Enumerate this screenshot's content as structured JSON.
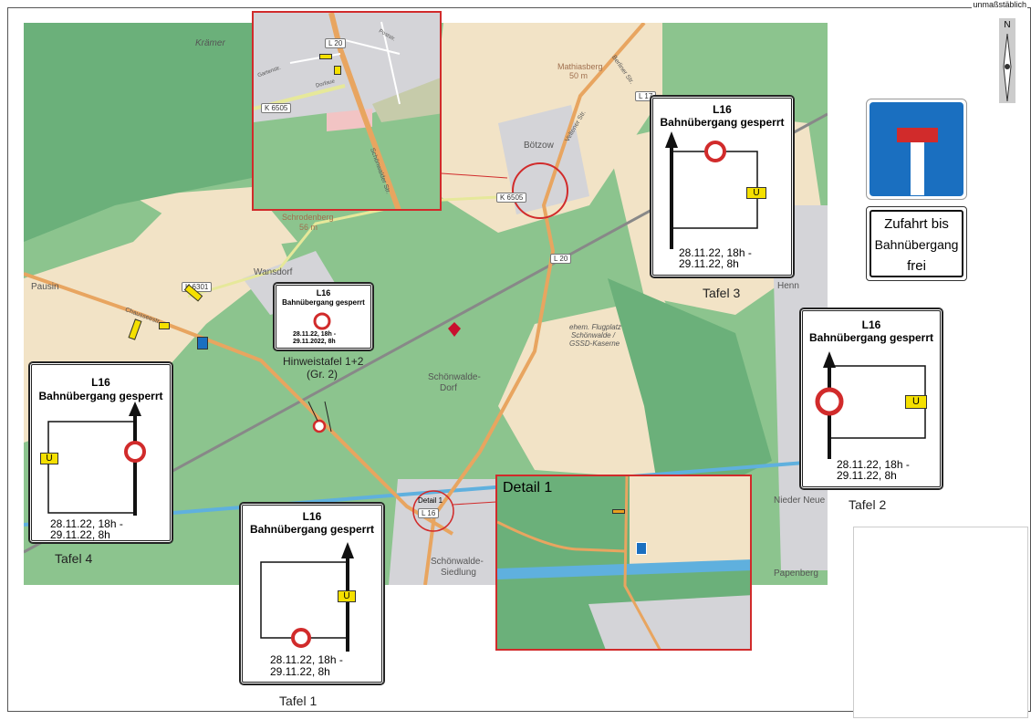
{
  "header": {
    "scale_note": "unmaßstäblich",
    "north": "N"
  },
  "map": {
    "places": [
      "Krämer",
      "Pausin",
      "Wansdorf",
      "Schrodenberg",
      "56 m",
      "Bötzow",
      "Mathiasberg",
      "50 m",
      "Schönwalde-",
      "Dorf",
      "Schönwalde-",
      "Siedlung",
      "Nieder Neue",
      "Papenberg",
      "Henn",
      "ehem. Flugplatz",
      "Schönwalde /",
      "GSSD-Kaserne",
      "Chausseestr.",
      "Berliner Str.",
      "Veltener Str."
    ],
    "roads": [
      "K 6301",
      "K 6505",
      "L 20",
      "L 16",
      "L 17"
    ],
    "hinweis_caption": "Hinweistafel 1+2",
    "hinweis_group": "(Gr. 2)",
    "detail_marker": "Detail 1"
  },
  "inset_top": {
    "roads": [
      "L 20",
      "K 6505"
    ],
    "streets": [
      "Dorfaue",
      "Schönwalder Str.",
      "Gartenstr.",
      "Poststr."
    ]
  },
  "detail1": {
    "title": "Detail 1"
  },
  "hinweistafel": {
    "road": "L16",
    "text": "Bahnübergang gesperrt",
    "date1": "28.11.22, 18h -",
    "date2": "29.11.2022, 8h"
  },
  "tafeln": [
    {
      "caption": "Tafel 1",
      "road": "L16",
      "text": "Bahnübergang gesperrt",
      "date1": "28.11.22, 18h -",
      "date2": "29.11.22, 8h",
      "u": "U"
    },
    {
      "caption": "Tafel 2",
      "road": "L16",
      "text": "Bahnübergang gesperrt",
      "date1": "28.11.22, 18h -",
      "date2": "29.11.22, 8h",
      "u": "U"
    },
    {
      "caption": "Tafel 3",
      "road": "L16",
      "text": "Bahnübergang gesperrt",
      "date1": "28.11.22, 18h -",
      "date2": "29.11.22, 8h",
      "u": "U"
    },
    {
      "caption": "Tafel 4",
      "road": "L16",
      "text": "Bahnübergang gesperrt",
      "date1": "28.11.22, 18h -",
      "date2": "29.11.22, 8h",
      "u": "U"
    }
  ],
  "sign": {
    "line1": "Zufahrt bis",
    "line2": "Bahnübergang",
    "line3": "frei"
  },
  "colors": {
    "forest": "#8cc48e",
    "field": "#f2e3c6",
    "road": "#e8a560",
    "red": "#d12b2b",
    "sign_blue": "#1a6fc0",
    "u_yellow": "#f5e000"
  }
}
